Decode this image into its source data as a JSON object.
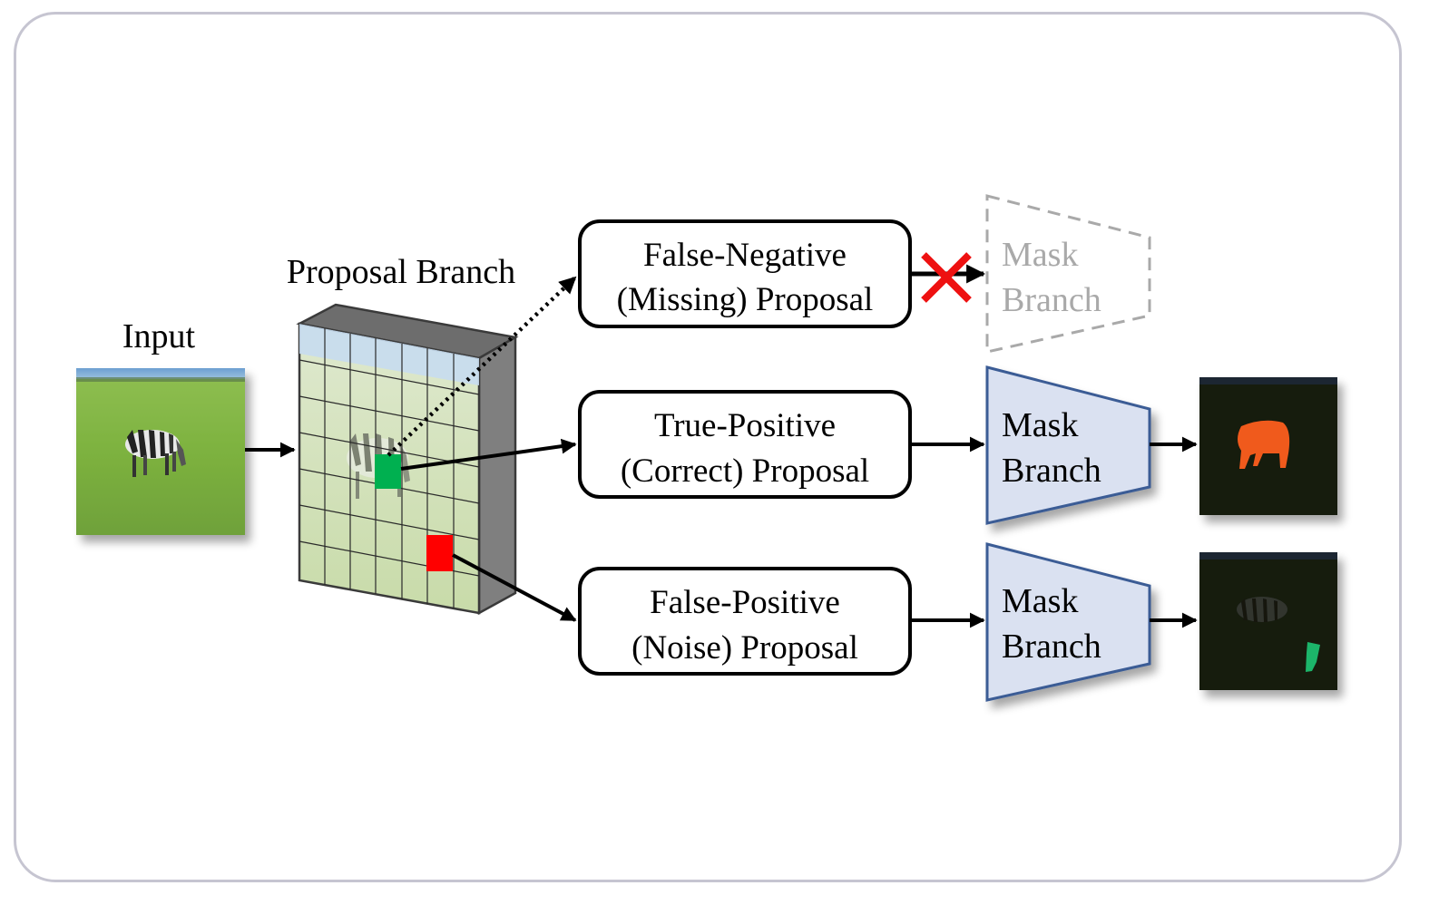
{
  "diagram": {
    "input_label": "Input",
    "proposal_branch_label": "Proposal Branch",
    "proposals": [
      {
        "id": "false-negative",
        "line1": "False-Negative",
        "line2": "(Missing) Proposal",
        "connector": "dotted",
        "blocked": true
      },
      {
        "id": "true-positive",
        "line1": "True-Positive",
        "line2": "(Correct) Proposal",
        "connector": "solid",
        "blocked": false
      },
      {
        "id": "false-positive",
        "line1": "False-Positive",
        "line2": "(Noise) Proposal",
        "connector": "solid",
        "blocked": false
      }
    ],
    "mask_branch": {
      "line1": "Mask",
      "line2": "Branch"
    },
    "blocked_marker": "cross-icon",
    "outputs": [
      {
        "id": "tp-output",
        "description": "orange zebra mask on dark background"
      },
      {
        "id": "fp-output",
        "description": "green noise mask on dark background"
      }
    ],
    "colors": {
      "frame_border": "#c6c5d1",
      "mask_fill": "#dae1f1",
      "mask_stroke": "#3b5b95",
      "ghost_stroke": "#a9a9a9",
      "cross": "#ee1111",
      "tp_cell": "#00b050",
      "fp_cell": "#ff0000",
      "tp_mask": "#f05a1a",
      "fp_mask": "#1eb56a"
    }
  }
}
